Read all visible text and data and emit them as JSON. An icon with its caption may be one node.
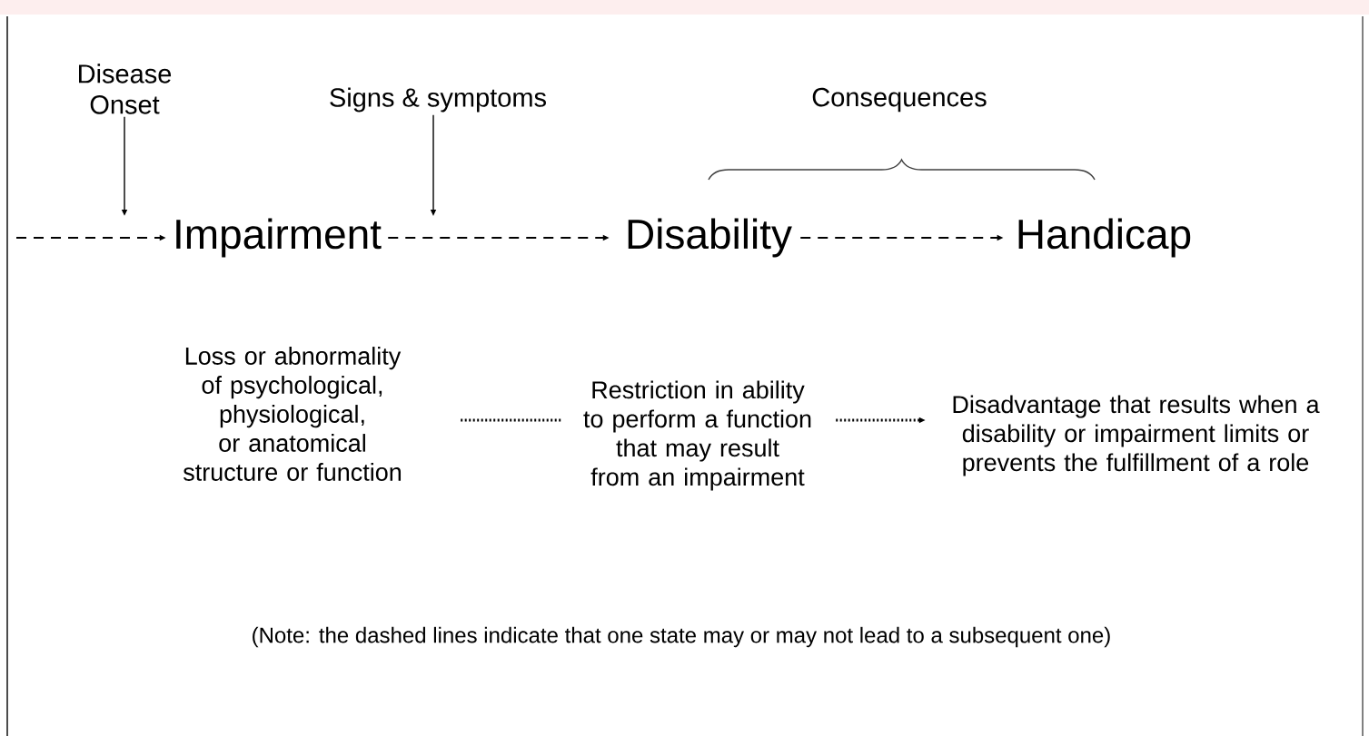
{
  "diagram": {
    "nodes": [
      {
        "text": [
          "Disease Onset"
        ]
      },
      {
        "text": [
          "Signs & symptoms"
        ]
      },
      {
        "text": [
          "Impairment"
        ]
      },
      {
        "text": [
          "Disability"
        ]
      },
      {
        "text": [
          "Handicap"
        ]
      },
      {
        "text": [
          "Loss or abnormality of psychological, physiological, or anatomical structure or function"
        ]
      },
      {
        "text": [
          "Restriction in ability to perform a function that may result from an impairment"
        ]
      },
      {
        "text": [
          "Disadvantage that results when a disability or impairment limits or prevents the fulfillment of a role"
        ]
      }
    ],
    "edges": [
      {
        "from": 0,
        "to": null,
        "arrow": "to"
      },
      {
        "from": 1,
        "to": null,
        "arrow": "to"
      },
      {
        "from": null,
        "to": 2,
        "arrow": "to",
        "style": "dashed"
      },
      {
        "from": 2,
        "to": 3,
        "arrow": "to",
        "style": "dashed"
      },
      {
        "from": 3,
        "to": 4,
        "arrow": "to",
        "style": "dashed"
      },
      {
        "from": 5,
        "to": 6,
        "arrow": "none",
        "style": "dashed"
      },
      {
        "from": 6,
        "to": 7,
        "arrow": "to",
        "style": "dashed"
      }
    ],
    "labels": [
      "Consequences",
      "(Note: the dashed lines indicate that one state may or may not lead to a subsequent one)"
    ]
  }
}
